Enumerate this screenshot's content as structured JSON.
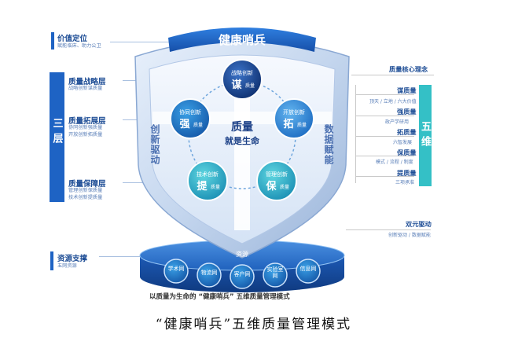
{
  "left": {
    "value": {
      "title": "价值定位",
      "sub": "赋能临床、助力公卫"
    },
    "three_layers": "三层",
    "strategy": {
      "title": "质量战略层",
      "sub": "战略创新谋质量"
    },
    "expansion": {
      "title": "质量拓展层",
      "sub1": "协同创新强质量",
      "sub2": "开放创新拓质量"
    },
    "assurance": {
      "title": "质量保障层",
      "sub1": "管理创新保质量",
      "sub2": "技术创新提质量"
    },
    "resources": {
      "title": "资源支撑",
      "sub": "五网资源"
    }
  },
  "right": {
    "core": "质量核心理念",
    "five_dims": "五维",
    "items": [
      {
        "title": "谋质量",
        "sub": "顶天 / 立地 / 六大价值"
      },
      {
        "title": "强质量",
        "sub": "政产学研用"
      },
      {
        "title": "拓质量",
        "sub": "六智发展"
      },
      {
        "title": "保质量",
        "sub": "模式 / 流程 / 制度"
      },
      {
        "title": "提质量",
        "sub": "三项承准"
      }
    ],
    "dual": {
      "title": "双元驱动",
      "sub": "创新驱动 / 数据赋能"
    }
  },
  "shield": {
    "banner": "健康哨兵",
    "center_line1": "质量",
    "center_line2": "就是生命",
    "left_vertical": "创新驱动",
    "right_vertical": "数据赋能",
    "nodes": {
      "top": {
        "label": "战略创新",
        "big": "谋",
        "small": "质量"
      },
      "left": {
        "label": "协同创新",
        "big": "强",
        "small": "质量"
      },
      "right": {
        "label": "开放创新",
        "big": "拓",
        "small": "质量"
      },
      "bottom_left": {
        "label": "技术创新",
        "big": "提",
        "small": "质量"
      },
      "bottom_right": {
        "label": "管理创新",
        "big": "保",
        "small": "质量"
      }
    }
  },
  "base": {
    "label": "资源",
    "networks": [
      "学术网",
      "物流网",
      "客户网",
      "实验室网",
      "信息网"
    ]
  },
  "diagram_caption": "以质量为生命的 “健康哨兵” 五维质量管理模式",
  "figure_caption": "“健康哨兵”五维质量管理模式",
  "colors": {
    "primary": "#1e63c4",
    "teal": "#34c0c6",
    "dark_navy": "#1a3f86"
  }
}
